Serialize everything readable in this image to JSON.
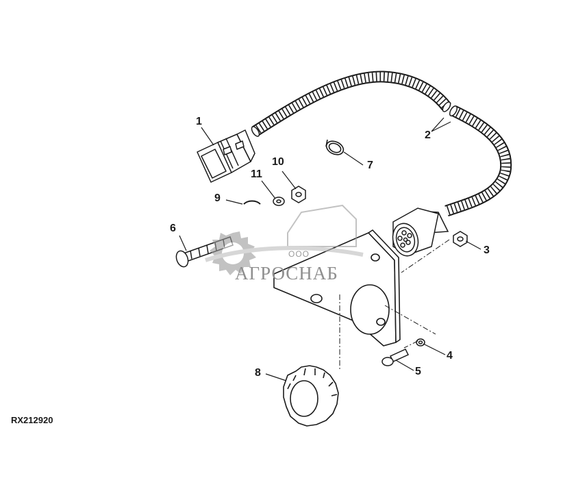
{
  "diagram": {
    "reference_code": "RX212920",
    "callouts": [
      {
        "id": "1",
        "label": "1"
      },
      {
        "id": "2",
        "label": "2"
      },
      {
        "id": "3",
        "label": "3"
      },
      {
        "id": "4",
        "label": "4"
      },
      {
        "id": "5",
        "label": "5"
      },
      {
        "id": "6",
        "label": "6"
      },
      {
        "id": "7",
        "label": "7"
      },
      {
        "id": "8",
        "label": "8"
      },
      {
        "id": "9",
        "label": "9"
      },
      {
        "id": "10",
        "label": "10"
      },
      {
        "id": "11",
        "label": "11"
      }
    ]
  },
  "watermark": {
    "company_prefix": "ООО",
    "company_name": "АГРОСНАБ"
  },
  "colors": {
    "line": "#1a1a1a",
    "watermark": "#8f8f8f",
    "background": "#ffffff"
  }
}
